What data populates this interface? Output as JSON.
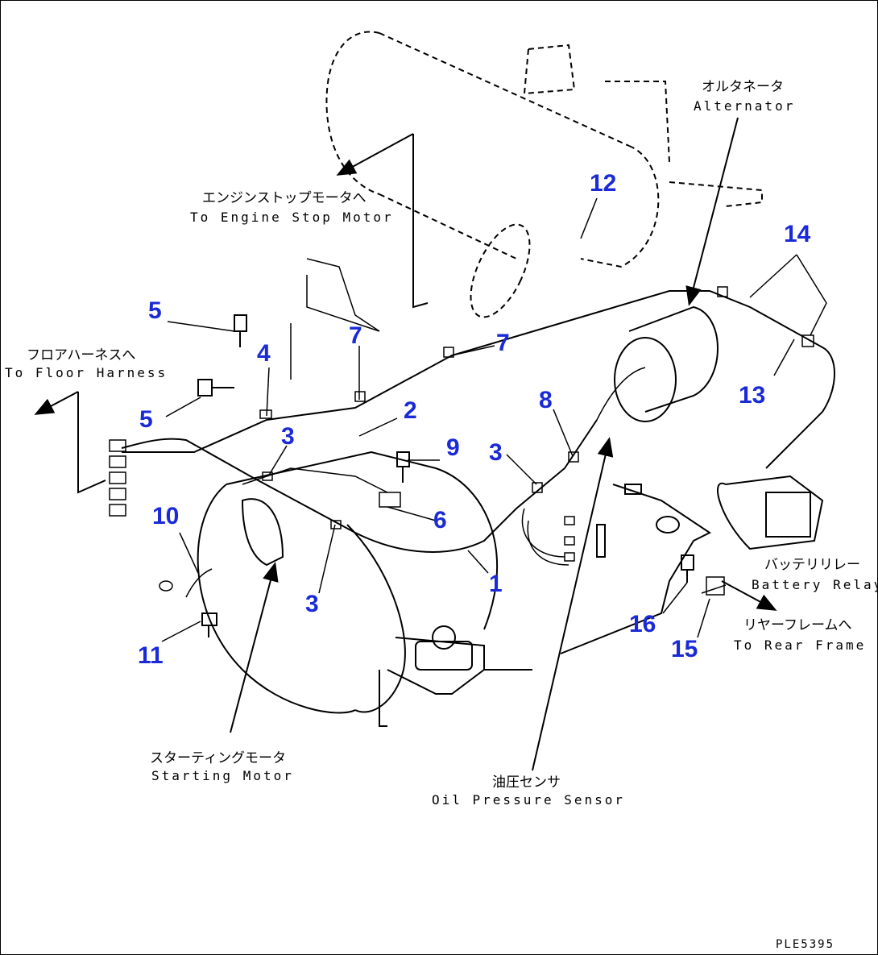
{
  "labels": {
    "alternator_jp": "オルタネータ",
    "alternator_en": "Alternator",
    "engine_stop_jp": "エンジンストップモータへ",
    "engine_stop_en": "To Engine Stop Motor",
    "floor_harness_jp": "フロアハーネスへ",
    "floor_harness_en": "To Floor Harness",
    "battery_relay_jp": "バッテリリレー",
    "battery_relay_en": "Battery Relay",
    "rear_frame_jp": "リヤーフレームへ",
    "rear_frame_en": "To Rear Frame",
    "starting_motor_jp": "スターティングモータ",
    "starting_motor_en": "Starting Motor",
    "oil_sensor_jp": "油圧センサ",
    "oil_sensor_en": "Oil Pressure Sensor"
  },
  "callouts": [
    "1",
    "2",
    "3",
    "3",
    "3",
    "4",
    "5",
    "5",
    "6",
    "7",
    "7",
    "8",
    "9",
    "10",
    "11",
    "12",
    "13",
    "14",
    "15",
    "16"
  ],
  "drawing_code": "PLE5395",
  "colors": {
    "callout": "#1a2ad6",
    "line": "#000000"
  }
}
